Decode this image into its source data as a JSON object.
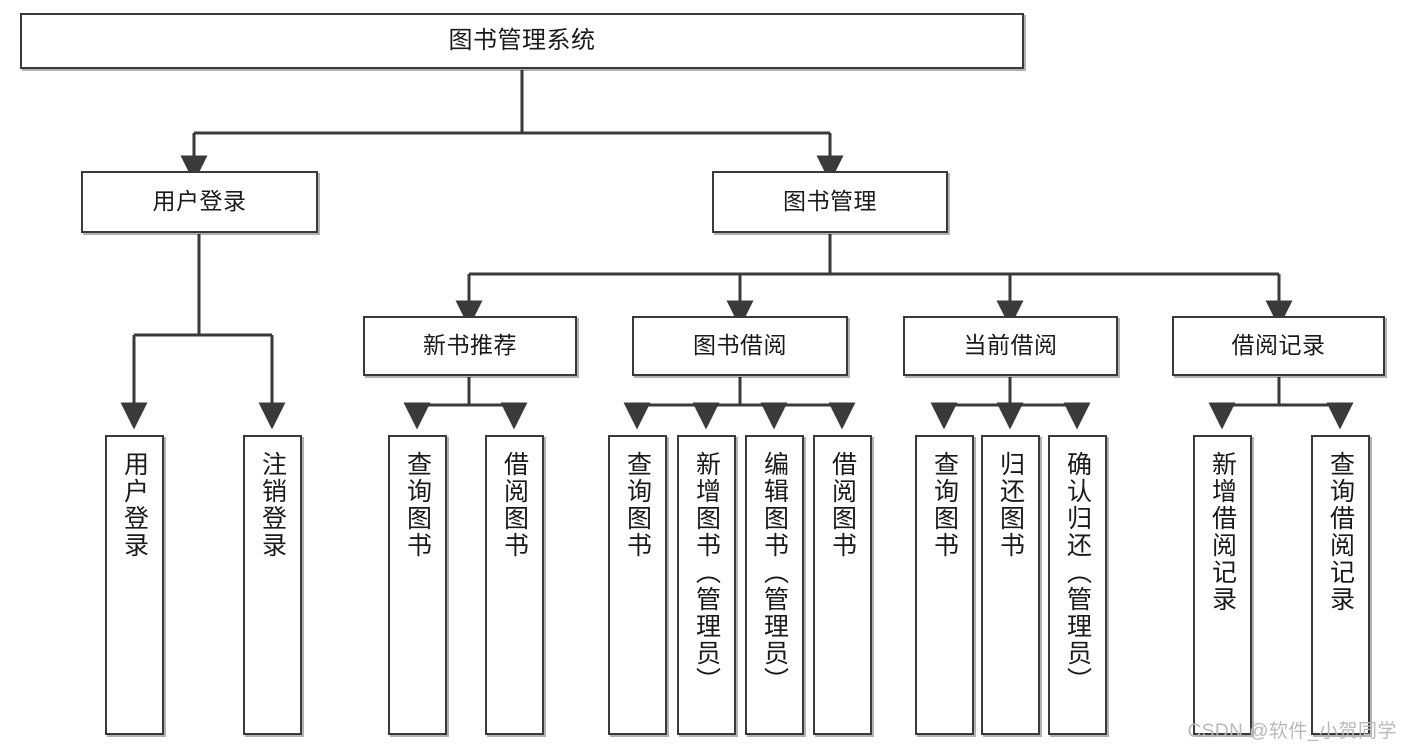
{
  "diagram": {
    "title": "图书管理系统",
    "type": "tree",
    "watermark": "CSDN @软件_小贺同学",
    "style": {
      "box_border": "#3a3a3a",
      "box_fill": "#ffffff",
      "text": "#1a1a1a",
      "background": "#ffffff",
      "watermark_color": "#b9b9b9"
    },
    "nodes": {
      "root": {
        "label": "图书管理系统"
      },
      "level2": [
        {
          "id": "user-login",
          "label": "用户登录"
        },
        {
          "id": "book-manage",
          "label": "图书管理"
        }
      ],
      "level3": [
        {
          "id": "new-book-recommend",
          "label": "新书推荐"
        },
        {
          "id": "book-borrow",
          "label": "图书借阅"
        },
        {
          "id": "current-borrow",
          "label": "当前借阅"
        },
        {
          "id": "borrow-record",
          "label": "借阅记录"
        }
      ],
      "leaves": {
        "user_login": [
          {
            "id": "leaf-user-login",
            "label": "用户登录"
          },
          {
            "id": "leaf-logout-login",
            "label": "注销登录"
          }
        ],
        "new_book_recommend": [
          {
            "id": "leaf-query-book-1",
            "label": "查询图书"
          },
          {
            "id": "leaf-borrow-book-1",
            "label": "借阅图书"
          }
        ],
        "book_borrow": [
          {
            "id": "leaf-query-book-2",
            "label": "查询图书"
          },
          {
            "id": "leaf-add-book",
            "label": "新增图书（管理员）"
          },
          {
            "id": "leaf-edit-book",
            "label": "编辑图书（管理员）"
          },
          {
            "id": "leaf-borrow-book-2",
            "label": "借阅图书"
          }
        ],
        "current_borrow": [
          {
            "id": "leaf-query-book-3",
            "label": "查询图书"
          },
          {
            "id": "leaf-return-book",
            "label": "归还图书"
          },
          {
            "id": "leaf-confirm-return",
            "label": "确认归还（管理员）"
          }
        ],
        "borrow_record": [
          {
            "id": "leaf-add-record",
            "label": "新增借阅记录"
          },
          {
            "id": "leaf-query-record",
            "label": "查询借阅记录"
          }
        ]
      }
    }
  }
}
